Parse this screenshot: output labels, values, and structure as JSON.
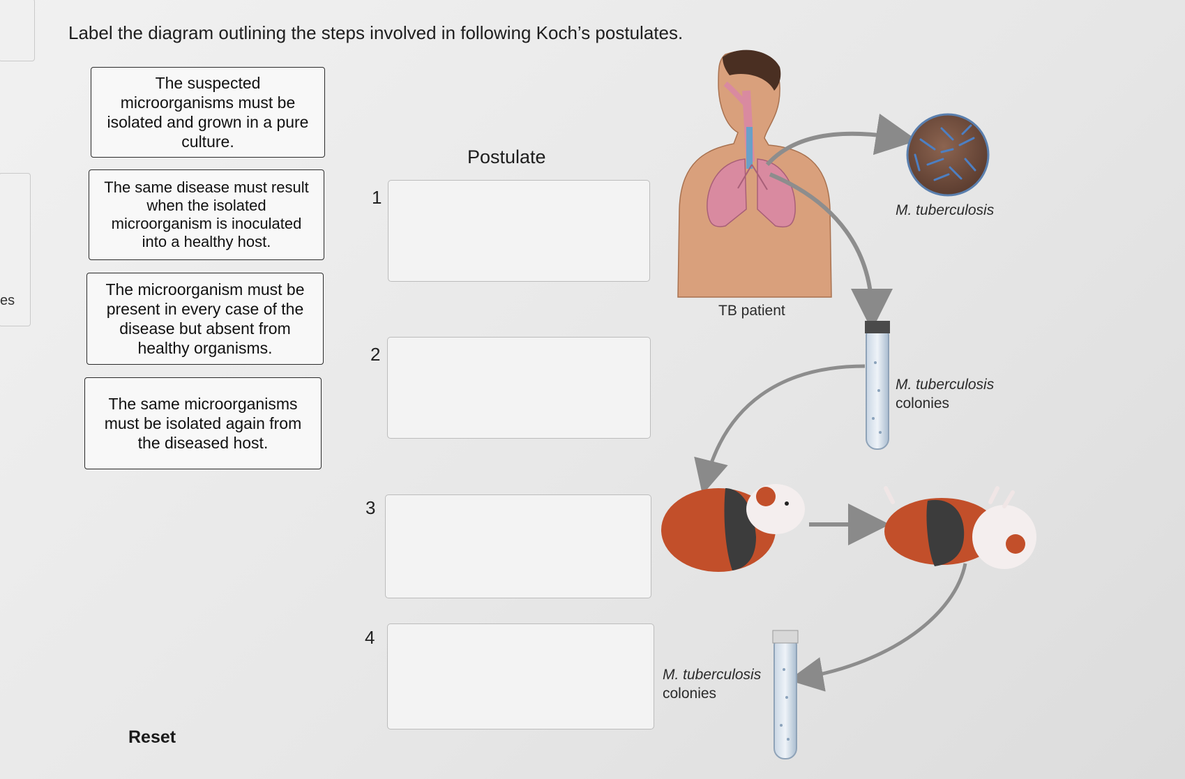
{
  "header": {
    "title": "Label the diagram outlining the steps involved in following Koch’s postulates."
  },
  "side_fragment": "es",
  "cards": [
    {
      "text": "The suspected microorganisms must be isolated and grown in a pure culture."
    },
    {
      "text": "The same disease must result when the isolated microorganism is inoculated into a healthy host."
    },
    {
      "text": "The microorganism must be present in every case of the disease but absent from healthy organisms."
    },
    {
      "text": "The same microorganisms must be isolated again from the diseased host."
    }
  ],
  "postulate_header": "Postulate",
  "targets": [
    {
      "number": "1"
    },
    {
      "number": "2"
    },
    {
      "number": "3"
    },
    {
      "number": "4"
    }
  ],
  "reset_label": "Reset",
  "diagram": {
    "patient_label": "TB patient",
    "microbe_label": "M. tuberculosis",
    "colonies_label_1a": "M. tuberculosis",
    "colonies_label_1b": "colonies",
    "colonies_label_2a": "M. tuberculosis",
    "colonies_label_2b": "colonies"
  },
  "colors": {
    "skin": "#d9a07c",
    "lung": "#d98aa0",
    "microbe_bg": "#7a5340",
    "microbe_rod": "#4d7fc2",
    "guinea_orange": "#c24f2a",
    "arrow": "#8d8d8d"
  }
}
